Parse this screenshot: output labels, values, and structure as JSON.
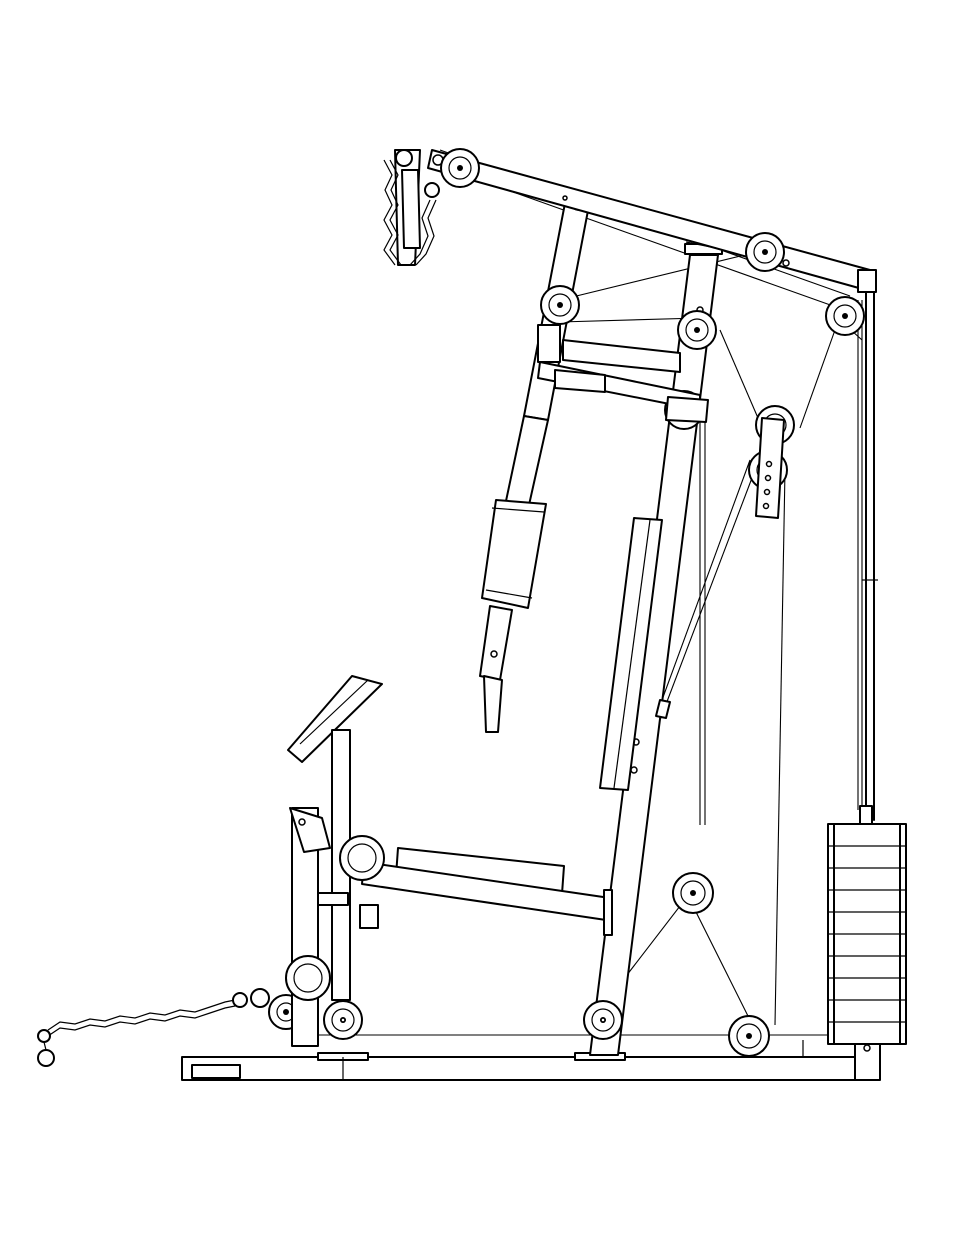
{
  "diagram": {
    "colors": {
      "line": "#000000",
      "background": "#ffffff"
    },
    "components": [
      "top-arm",
      "front-upright",
      "rear-upright",
      "weight-stack",
      "weight-guide-rods",
      "lat-bar-chain",
      "press-arm",
      "press-arm-pad",
      "back-pad",
      "seat-pad",
      "preacher-pad",
      "leg-developer-rollers",
      "low-pulley-chain",
      "base-frame",
      "pulleys",
      "cables"
    ]
  }
}
